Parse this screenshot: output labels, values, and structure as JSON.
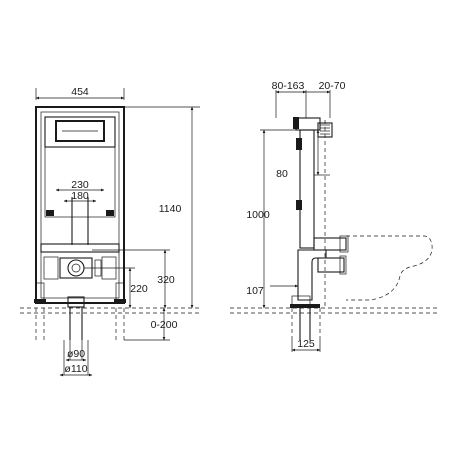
{
  "front_view": {
    "width_label": "454",
    "inner_width_label": "230",
    "inner_width2_label": "180",
    "height_label": "1140",
    "outlet_height_label": "320",
    "outlet_height2_label": "220",
    "floor_adjust_label": "0-200",
    "pipe_dia1_label": "ø90",
    "pipe_dia2_label": "ø110"
  },
  "side_view": {
    "depth_range_label": "80-163",
    "wall_gap_label": "20-70",
    "top_offset_label": "80",
    "height_label": "1000",
    "pipe_height_label": "107",
    "base_depth_label": "125"
  }
}
